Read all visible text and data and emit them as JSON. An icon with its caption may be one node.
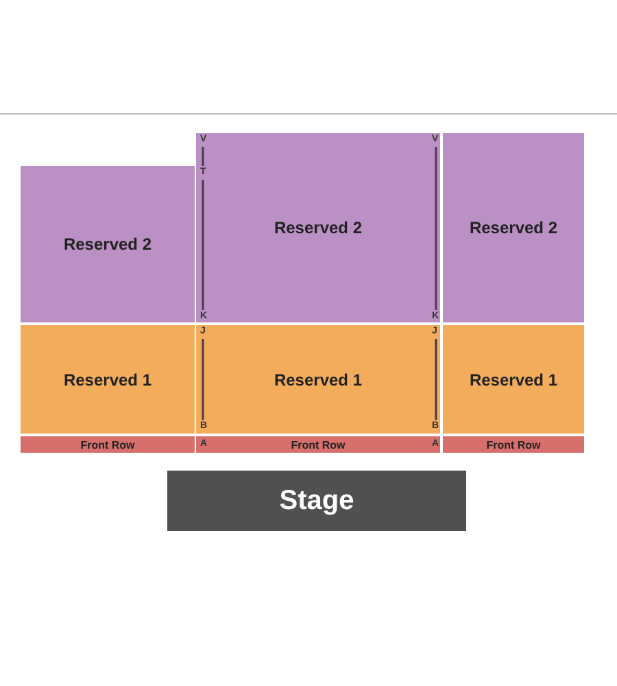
{
  "diagram": {
    "nodes": [
      {
        "text": [
          "Reserved 2"
        ]
      },
      {
        "text": [
          "Reserved 2"
        ]
      },
      {
        "text": [
          "Reserved 2"
        ]
      },
      {
        "text": [
          "Reserved 1"
        ]
      },
      {
        "text": [
          "Reserved 1"
        ]
      },
      {
        "text": [
          "Reserved 1"
        ]
      },
      {
        "text": [
          "Front Row"
        ]
      },
      {
        "text": [
          "Front Row"
        ]
      },
      {
        "text": [
          "Front Row"
        ]
      },
      {
        "text": [
          "Stage"
        ]
      }
    ],
    "labels": [
      "V",
      "V",
      "T",
      "K",
      "K",
      "J",
      "J",
      "B",
      "B",
      "A",
      "A"
    ]
  }
}
